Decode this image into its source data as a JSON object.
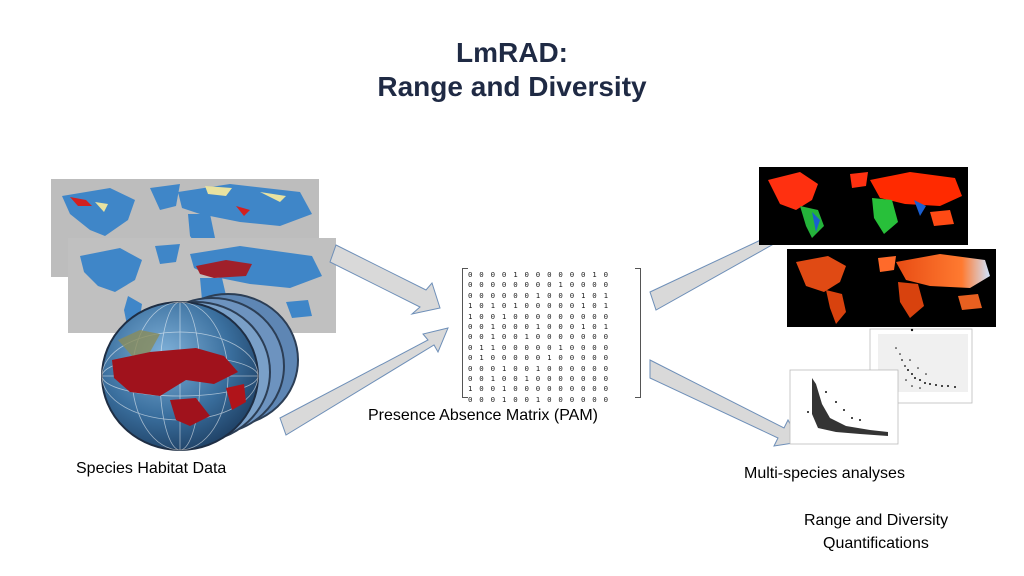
{
  "title": {
    "line1": "LmRAD:",
    "line2": "Range and Diversity"
  },
  "labels": {
    "species_habitat": "Species Habitat Data",
    "pam": "Presence Absence Matrix (PAM)",
    "multi_species": "Multi-species analyses",
    "range_diversity_1": "Range and Diversity",
    "range_diversity_2": "Quantifications"
  },
  "pam_rows": [
    "0 0 0 0 1 0 0 0 0 0 0 1 0",
    "0 0 0 0 0 0 0 0 1 0 0 0 0",
    "0 0 0 0 0 0 1 0 0 0 1 0 1",
    "1 0 1 0 1 0 0 0 0 0 1 0 1",
    "1 0 0 1 0 0 0 0 0 0 0 0 0",
    "0 0 1 0 0 0 1 0 0 0 1 0 1",
    "0 0 1 0 0 1 0 0 0 0 0 0 0",
    "0 1 1 0 0 0 0 0 1 0 0 0 0",
    "0 1 0 0 0 0 0 1 0 0 0 0 0",
    "0 0 0 1 0 0 1 0 0 0 0 0 0",
    "0 0 1 0 0 1 0 0 0 0 0 0 0",
    "1 0 0 1 0 0 0 0 0 0 0 0 0",
    "0 0 0 1 0 0 1 0 0 0 0 0 0"
  ],
  "colors": {
    "title": "#1f2a44",
    "arrow_fill": "#d9d9d9",
    "arrow_stroke": "#6e8fb8",
    "ocean": "#3f86c8",
    "land_gray": "#bdbdbd",
    "range_red": "#b0141a",
    "map_black": "#000000"
  }
}
